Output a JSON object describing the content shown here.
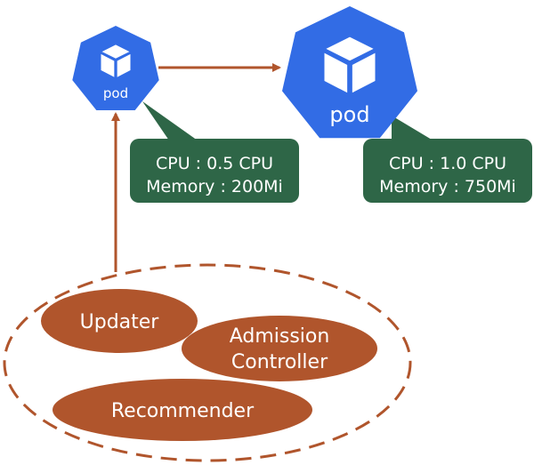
{
  "colors": {
    "pod_blue": "#326ce5",
    "callout_green": "#2e6647",
    "vpa_brown": "#b0552c",
    "text_white": "#ffffff"
  },
  "pods": {
    "source": {
      "label": "pod",
      "icon": "cube-icon"
    },
    "target": {
      "label": "pod",
      "icon": "cube-icon"
    }
  },
  "callouts": {
    "source": {
      "cpu_line": "CPU : 0.5 CPU",
      "memory_line": "Memory : 200Mi"
    },
    "target": {
      "cpu_line": "CPU : 1.0 CPU",
      "memory_line": "Memory : 750Mi"
    }
  },
  "vpa_components": {
    "updater": "Updater",
    "admission_controller_line1": "Admission",
    "admission_controller_line2": "Controller",
    "recommender": "Recommender"
  },
  "edges": [
    {
      "from": "source-pod",
      "to": "target-pod",
      "style": "solid-arrow"
    },
    {
      "from": "vpa-group",
      "to": "source-pod",
      "style": "solid-arrow"
    }
  ]
}
